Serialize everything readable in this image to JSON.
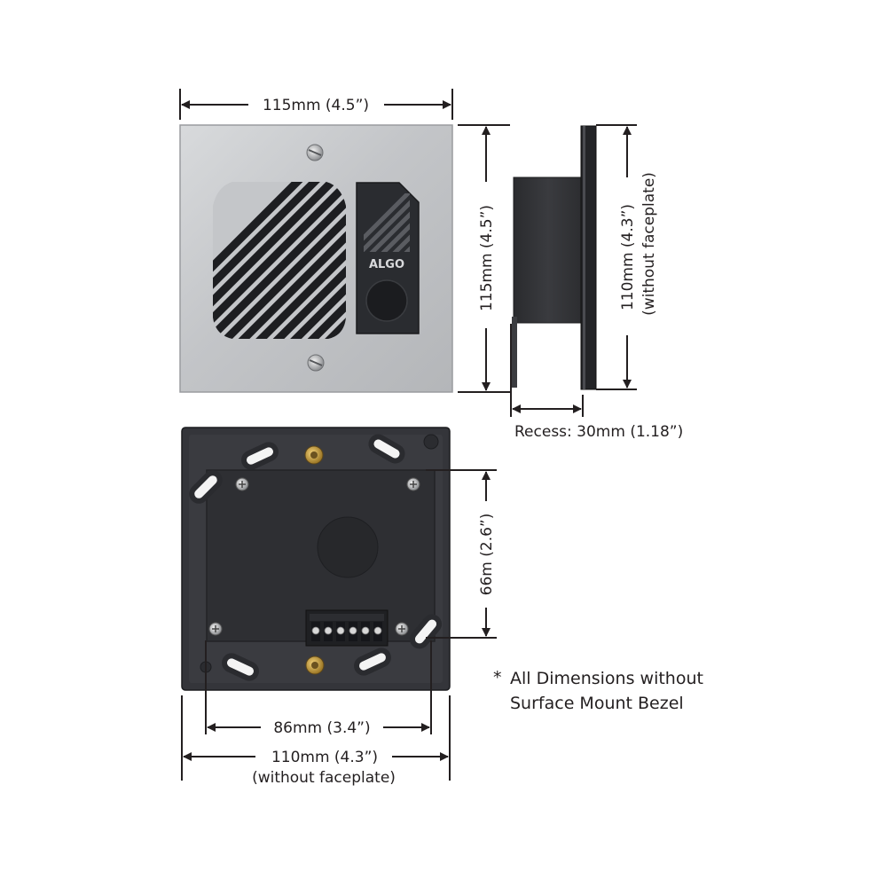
{
  "dimensions": {
    "front_width": "115mm (4.5”)",
    "front_height": "115mm (4.5”)",
    "side_height_value": "110mm (4.3”)",
    "side_height_note": "(without faceplate)",
    "recess": "Recess: 30mm (1.18”)",
    "back_height": "66m (2.6”)",
    "back_inner_width": "86mm (3.4”)",
    "back_outer_width_value": "110mm (4.3”)",
    "back_outer_width_note": "(without faceplate)"
  },
  "note": {
    "asterisk": "*",
    "line1": "All Dimensions without",
    "line2": "Surface Mount Bezel"
  },
  "brand": {
    "logo_text": "ALGO"
  },
  "colors": {
    "faceplate": "#c9cbcd",
    "body_dark": "#2f3033",
    "text": "#231f20"
  }
}
